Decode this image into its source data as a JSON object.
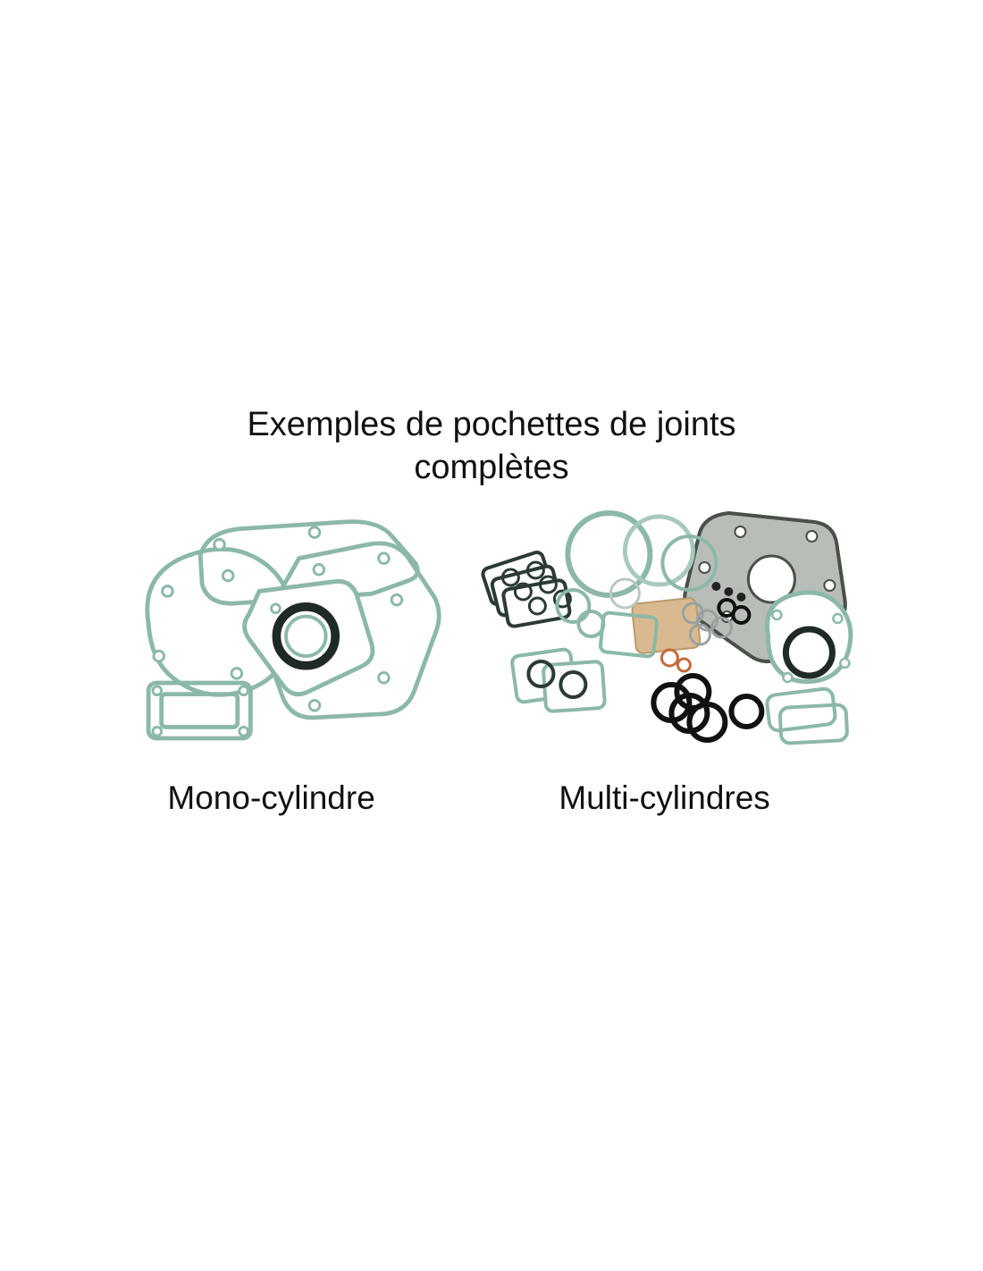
{
  "title": {
    "line1": "Exemples de pochettes de joints",
    "line2": "complètes"
  },
  "captions": {
    "left": "Mono-cylindre",
    "right": "Multi-cylindres"
  },
  "images": {
    "left_alt": "complete-gasket-kit-single-cylinder",
    "right_alt": "complete-gasket-kit-multi-cylinder"
  },
  "colors": {
    "gasket_teal": "#8cb8a9",
    "gasket_teal_light": "#a7cabd",
    "gasket_dark": "#2b3a36",
    "sheet_gray": "#b8bdb8",
    "paper_tan": "#d9b98f",
    "text_black": "#111111",
    "background": "#ffffff"
  }
}
